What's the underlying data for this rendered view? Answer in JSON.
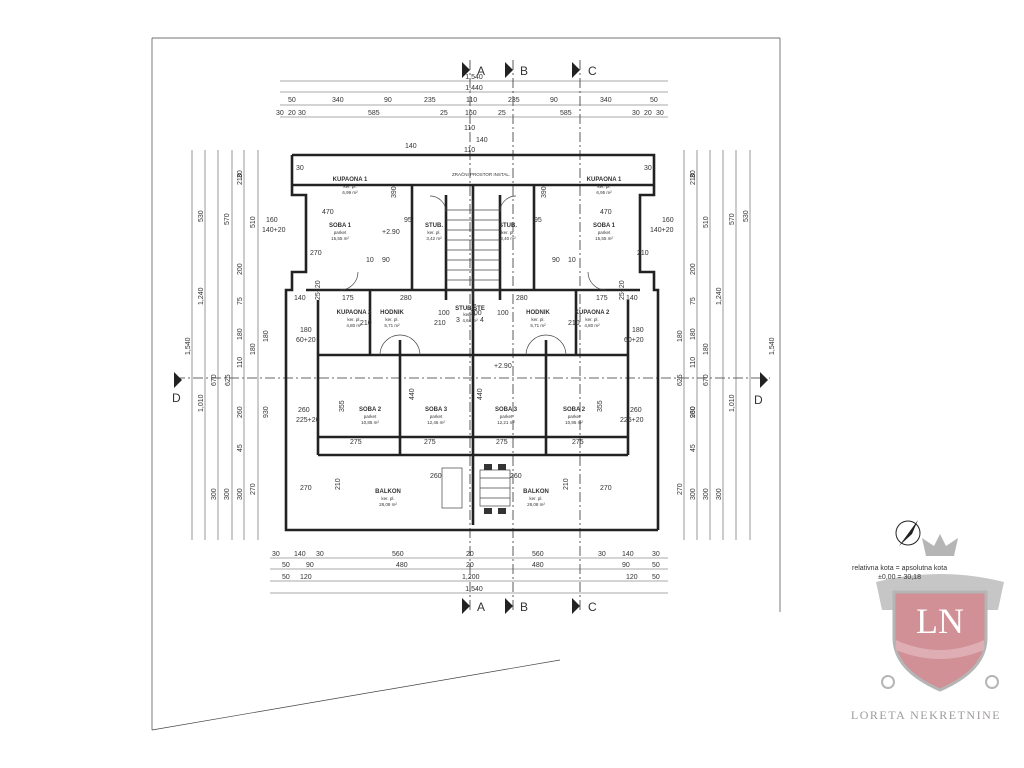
{
  "axes": {
    "a": "A",
    "b": "B",
    "c": "C",
    "d": "D"
  },
  "top_dims": {
    "overall": "1,540",
    "inner": "1,440",
    "row3": [
      "50",
      "340",
      "90",
      "235",
      "110",
      "235",
      "90",
      "340",
      "50"
    ],
    "row4": [
      "30",
      "20",
      "30",
      "585",
      "25",
      "160",
      "25",
      "585",
      "30",
      "20",
      "30"
    ],
    "center": [
      "110",
      "140",
      "110",
      "140"
    ]
  },
  "bottom_dims": {
    "row1": [
      "30",
      "140",
      "30",
      "560",
      "20",
      "560",
      "30",
      "140",
      "30"
    ],
    "row2": [
      "50",
      "90",
      "480",
      "20",
      "480",
      "90",
      "50"
    ],
    "row3": [
      "50",
      "120",
      "1,200",
      "120",
      "50"
    ],
    "overall": "1,540"
  },
  "left_dims": {
    "overall": "1,540",
    "mid": [
      "1,240",
      "1,010"
    ],
    "inner": [
      "670",
      "625",
      "930"
    ],
    "col": [
      "30",
      "530",
      "570",
      "210",
      "510",
      "200",
      "75",
      "180",
      "110",
      "180",
      "260",
      "45",
      "300",
      "300",
      "270",
      "300",
      "180"
    ],
    "misc": [
      "160",
      "140+20",
      "180",
      "60+20",
      "260",
      "225+20",
      "270"
    ]
  },
  "right_dims": {
    "overall": "1,540",
    "mid": [
      "1,240",
      "1,010"
    ],
    "inner": [
      "670",
      "625",
      "930"
    ],
    "col": [
      "30",
      "530",
      "570",
      "210",
      "510",
      "200",
      "75",
      "180",
      "110",
      "180",
      "260",
      "45",
      "300",
      "300",
      "270",
      "300",
      "180"
    ],
    "misc": [
      "160",
      "140+20",
      "180",
      "60+20",
      "260",
      "225+20",
      "270"
    ]
  },
  "rooms": [
    {
      "name": "KUPAONA 1",
      "floor": "ker. pl.",
      "area": "6,99 m²"
    },
    {
      "name": "KUPAONA 1",
      "floor": "ker. pl.",
      "area": "6,95 m²"
    },
    {
      "name": "SOBA 1",
      "floor": "parket",
      "area": "15,55 m²"
    },
    {
      "name": "SOBA 1",
      "floor": "parket",
      "area": "15,55 m²"
    },
    {
      "name": "STUB.",
      "floor": "ker. pl.",
      "area": "3,42 m²"
    },
    {
      "name": "STUB.",
      "floor": "ker. pl.",
      "area": "3,40 m²"
    },
    {
      "name": "STUBIŠTE",
      "floor": "ker. pl.",
      "area": "4,64 m²"
    },
    {
      "name": "HODNIK",
      "floor": "ker. pl.",
      "area": "5,71 m²"
    },
    {
      "name": "HODNIK",
      "floor": "ker. pl.",
      "area": "5,71 m²"
    },
    {
      "name": "KUPAONA 2",
      "floor": "ker. pl.",
      "area": "4,80 m²"
    },
    {
      "name": "KUPAONA 2",
      "floor": "ker. pl.",
      "area": "4,80 m²"
    },
    {
      "name": "SOBA 2",
      "floor": "parket",
      "area": "10,85 m²"
    },
    {
      "name": "SOBA 3",
      "floor": "parket",
      "area": "12,46 m²"
    },
    {
      "name": "SOBA 3",
      "floor": "parket",
      "area": "12,21 m²"
    },
    {
      "name": "SOBA 2",
      "floor": "parket",
      "area": "10,85 m²"
    },
    {
      "name": "BALKON",
      "floor": "ker. pl.",
      "area": "28,08 m²"
    },
    {
      "name": "BALKON",
      "floor": "ker. pl.",
      "area": "28,08 m²"
    }
  ],
  "elevations": [
    "+2.90",
    "+2.90"
  ],
  "service_note": "ZRAČNI PROSTOR INSTAL.",
  "stair_marks": [
    "3",
    "4"
  ],
  "interior_dims": [
    "470",
    "470",
    "270",
    "210",
    "90",
    "100",
    "90",
    "210",
    "275",
    "275",
    "275",
    "275",
    "440",
    "440",
    "355",
    "355",
    "175",
    "175",
    "280",
    "280",
    "210",
    "210",
    "30",
    "30",
    "95",
    "95",
    "25+20",
    "25+20",
    "210",
    "210",
    "100",
    "100",
    "390",
    "390",
    "10",
    "10",
    "140",
    "140",
    "260",
    "260"
  ],
  "legend": {
    "line1": "relativna kota = apsolutna kota",
    "line2": "±0,00 = 30,18"
  },
  "watermark": {
    "monogram": "LN",
    "name": "LORETA NEKRETNINE"
  },
  "colors": {
    "ink": "#222222",
    "crest_red": "#c97c84",
    "crest_grey": "#a9a9a9",
    "paper": "#ffffff"
  }
}
